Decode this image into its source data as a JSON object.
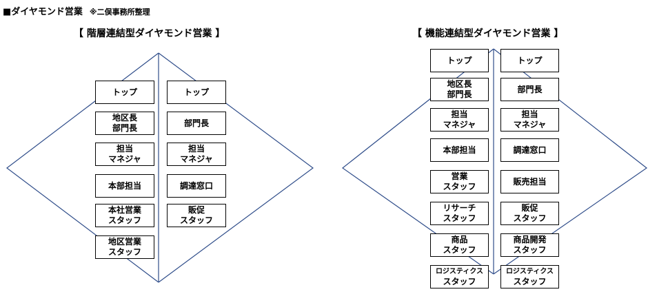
{
  "header": {
    "title": "■ダイヤモンド営業",
    "note": "※二俣事務所整理"
  },
  "left": {
    "title": "【 階層連結型ダイヤモンド営業 】",
    "left_col": [
      [
        "トップ"
      ],
      [
        "地区長",
        "部門長"
      ],
      [
        "担当",
        "マネジャ"
      ],
      [
        "本部担当"
      ],
      [
        "本社営業",
        "スタッフ"
      ],
      [
        "地区営業",
        "スタッフ"
      ]
    ],
    "right_col": [
      [
        "トップ"
      ],
      [
        "部門長"
      ],
      [
        "担当",
        "マネジャ"
      ],
      [
        "調達窓口"
      ],
      [
        "販促",
        "スタッフ"
      ]
    ]
  },
  "right": {
    "title": "【 機能連結型ダイヤモンド営業 】",
    "left_col": [
      [
        "トップ"
      ],
      [
        "地区長",
        "部門長"
      ],
      [
        "担当",
        "マネジャ"
      ],
      [
        "本部担当"
      ],
      [
        "営業",
        "スタッフ"
      ],
      [
        "リサーチ",
        "スタッフ"
      ],
      [
        "商品",
        "スタッフ"
      ],
      [
        "ロジスティクス",
        "スタッフ"
      ]
    ],
    "right_col": [
      [
        "トップ"
      ],
      [
        "部門長"
      ],
      [
        "担当",
        "マネジャ"
      ],
      [
        "調達窓口"
      ],
      [
        "販売担当"
      ],
      [
        "販促",
        "スタッフ"
      ],
      [
        "商品開発",
        "スタッフ"
      ],
      [
        "ロジスティクス",
        "スタッフ"
      ]
    ]
  }
}
